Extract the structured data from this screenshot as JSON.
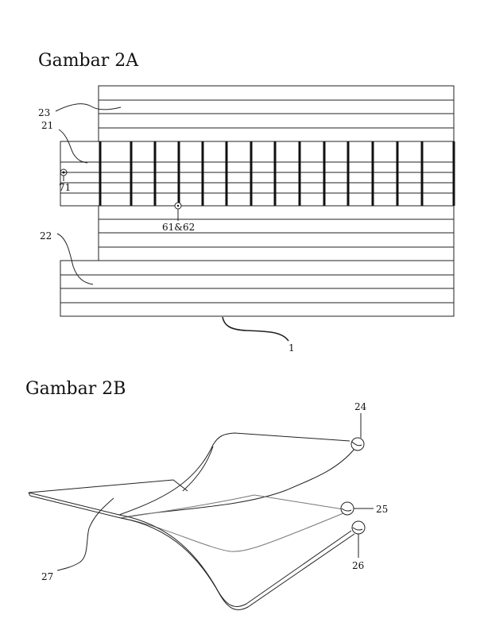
{
  "figure_a": {
    "title": "Gambar 2A",
    "labels": {
      "strip_top": "23",
      "strip_middle": "21",
      "strip_bottom": "22",
      "dot_marker": "71",
      "small_circle": "61&62",
      "base": "1"
    }
  },
  "figure_b": {
    "title": "Gambar 2B",
    "labels": {
      "top_curl": "24",
      "middle_curl": "25",
      "lower_curl": "26",
      "sheet": "27"
    }
  }
}
